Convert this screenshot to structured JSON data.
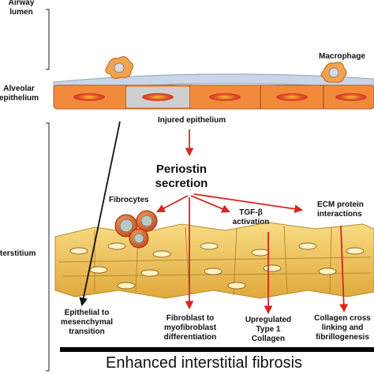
{
  "regions": {
    "airway": [
      "Airway",
      "lumen"
    ],
    "alveolar": [
      "Alveolar",
      "epithelium"
    ],
    "interstitium": "Interstitium"
  },
  "labels": {
    "macrophage": "Macrophage",
    "injured_epithelium": "Injured epithelium",
    "periostin": [
      "Periostin",
      "secretion"
    ],
    "fibrocytes": "Fibrocytes",
    "tgf": [
      "TGF-β",
      "activation"
    ],
    "ecm": [
      "ECM protein",
      "interactions"
    ]
  },
  "outcomes": [
    [
      "Epithelial to",
      "mesenchymal",
      "transition"
    ],
    [
      "Fibroblast to",
      "myofibroblast",
      "differentiation"
    ],
    [
      "Upregulated",
      "Type 1",
      "Collagen"
    ],
    [
      "Collagen cross",
      "linking and",
      "fibrillogenesis"
    ]
  ],
  "footer": "Enhanced interstitial fibrosis",
  "colors": {
    "arrow": "#d8261f",
    "cell_orange": "#f28a3c",
    "cell_grey": "#cfcfd2",
    "nucleus": "#e0462a",
    "fibroblast": "#f2c65a",
    "fibrocyte": "#e05d22"
  }
}
